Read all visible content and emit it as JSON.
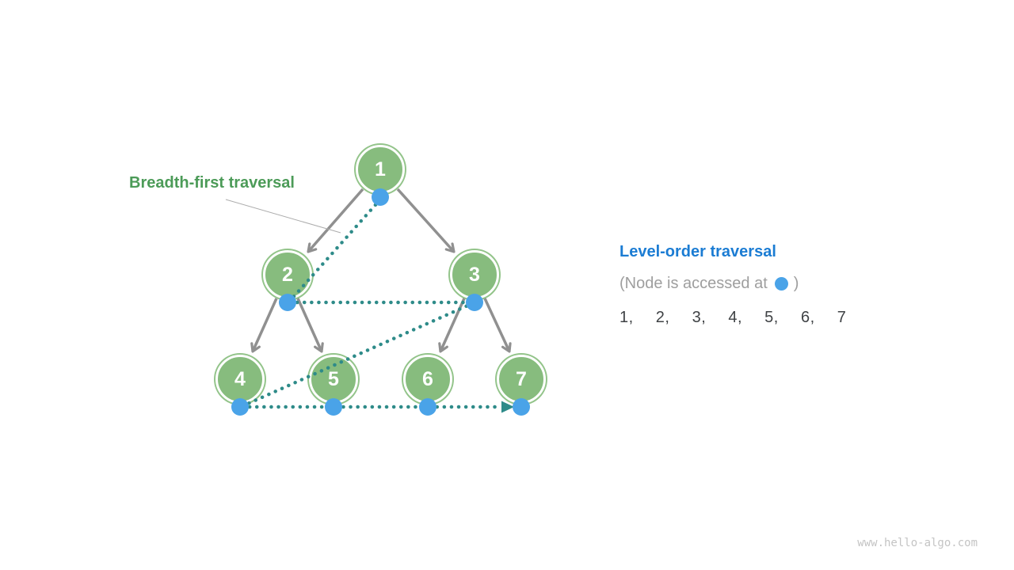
{
  "diagram": {
    "label": "Breadth-first traversal",
    "nodes": [
      {
        "value": "1"
      },
      {
        "value": "2"
      },
      {
        "value": "3"
      },
      {
        "value": "4"
      },
      {
        "value": "5"
      },
      {
        "value": "6"
      },
      {
        "value": "7"
      }
    ],
    "traversal_order": [
      "1",
      "2",
      "3",
      "4",
      "5",
      "6",
      "7"
    ]
  },
  "panel": {
    "title": "Level-order traversal",
    "note_prefix": "(Node is accessed at",
    "note_suffix": ")",
    "sequence": "1,  2,  3,  4,  5,  6,  7"
  },
  "footer": {
    "watermark": "www.hello-algo.com"
  },
  "colors": {
    "node_fill_green": "#87BC7E",
    "node_ring_green": "#93C48A",
    "label_green": "#4C9B58",
    "title_blue": "#1B7CD3",
    "access_dot_blue": "#4AA3E8",
    "traversal_teal": "#2E8B89",
    "edge_gray": "#909090",
    "note_gray": "#9E9E9E",
    "sequence_dark": "#3F4245",
    "watermark_gray": "#C4C4C4"
  }
}
